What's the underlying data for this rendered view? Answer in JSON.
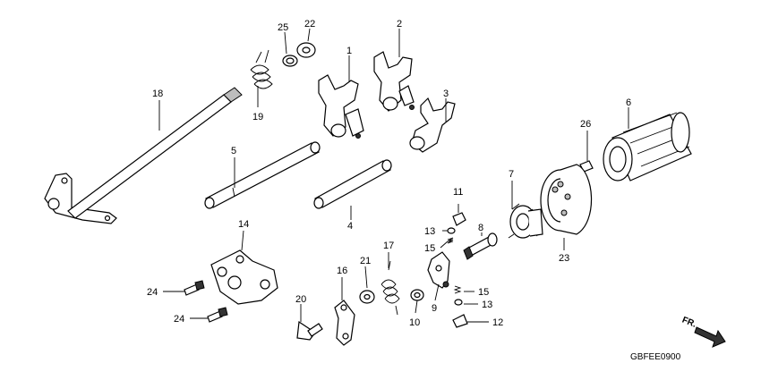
{
  "diagram_code": "GBFEE0900",
  "front_arrow_label": "FR.",
  "colors": {
    "line": "#000000",
    "shade": "#bdbdbd",
    "dark": "#333333",
    "background": "#ffffff"
  },
  "callouts": {
    "c1": "1",
    "c2": "2",
    "c3": "3",
    "c4": "4",
    "c5": "5",
    "c6": "6",
    "c7": "7",
    "c8": "8",
    "c9": "9",
    "c10": "10",
    "c11": "11",
    "c12": "12",
    "c13a": "13",
    "c13b": "13",
    "c14": "14",
    "c15a": "15",
    "c15b": "15",
    "c16": "16",
    "c17": "17",
    "c18": "18",
    "c19": "19",
    "c20": "20",
    "c21": "21",
    "c22": "22",
    "c23": "23",
    "c24a": "24",
    "c24b": "24",
    "c25": "25",
    "c26": "26"
  }
}
